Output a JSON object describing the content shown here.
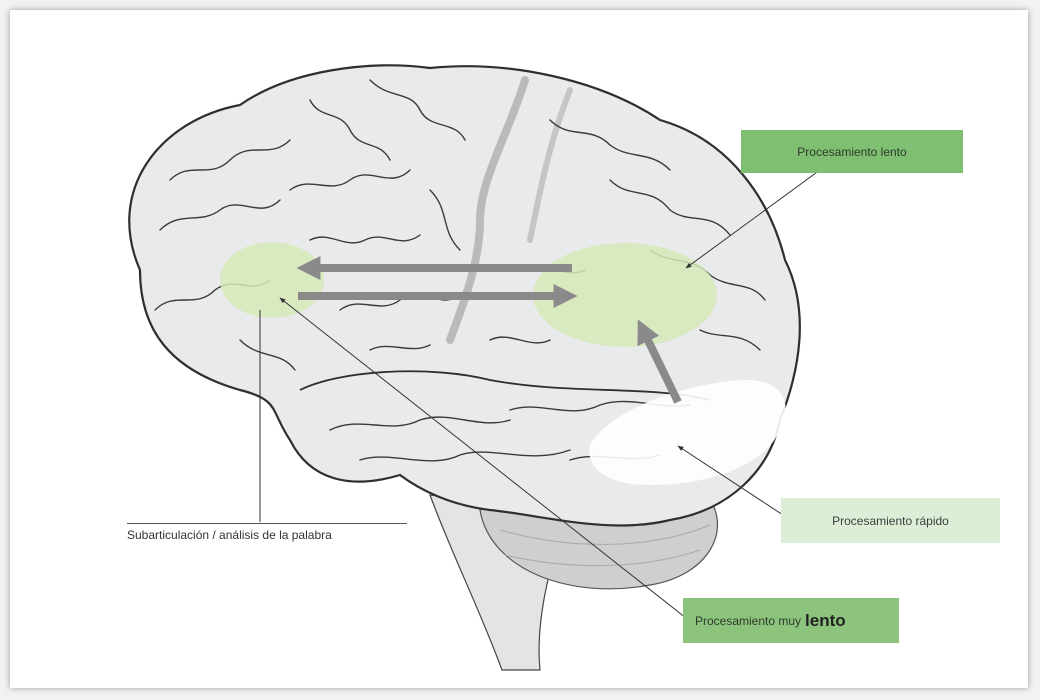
{
  "callouts": {
    "slow": "Procesamiento lento",
    "fast": "Procesamiento rápido",
    "very_slow_prefix": "Procesamiento muy",
    "very_slow_suffix": "lento",
    "subarticulation": "Subarticulación / análisis de la palabra"
  },
  "colors": {
    "slow_box": "#7fbf71",
    "fast_box": "#dcefd6",
    "very_slow_box": "#8cc47d",
    "highlight": "#d6e9b8",
    "arrow": "#8a8a8a",
    "brain_fill": "#e9eaec",
    "sulci": "#3a3a3a"
  }
}
